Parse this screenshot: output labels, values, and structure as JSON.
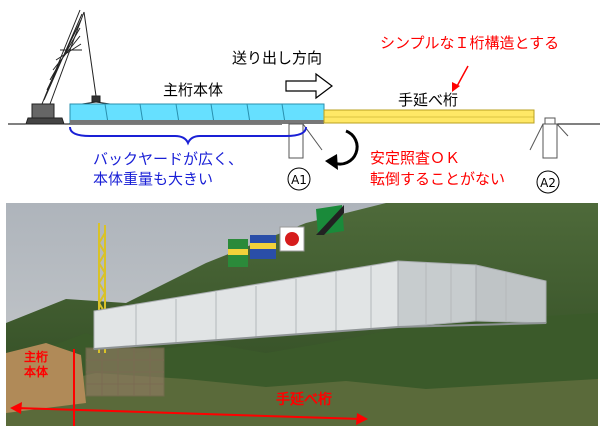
{
  "diagram": {
    "direction_label": "送り出し方向",
    "main_girder_label": "主桁本体",
    "extension_label": "手延べ桁",
    "extension_note": "シンプルなＩ桁構造とする",
    "backyard_note_line1": "バックヤードが広く、",
    "backyard_note_line2": "本体重量も大きい",
    "stability_note_line1": "安定照査ＯＫ",
    "stability_note_line2": "転倒することがない",
    "abutment_a1": "A1",
    "abutment_a2": "A2"
  },
  "photo": {
    "main_girder_label_line1": "主桁",
    "main_girder_label_line2": "本体",
    "extension_label": "手延べ桁"
  },
  "colors": {
    "main_girder_fill": "#66e0ff",
    "extension_fill": "#ffe866",
    "annotation_red": "#ff0000",
    "annotation_blue": "#1a20d6"
  }
}
